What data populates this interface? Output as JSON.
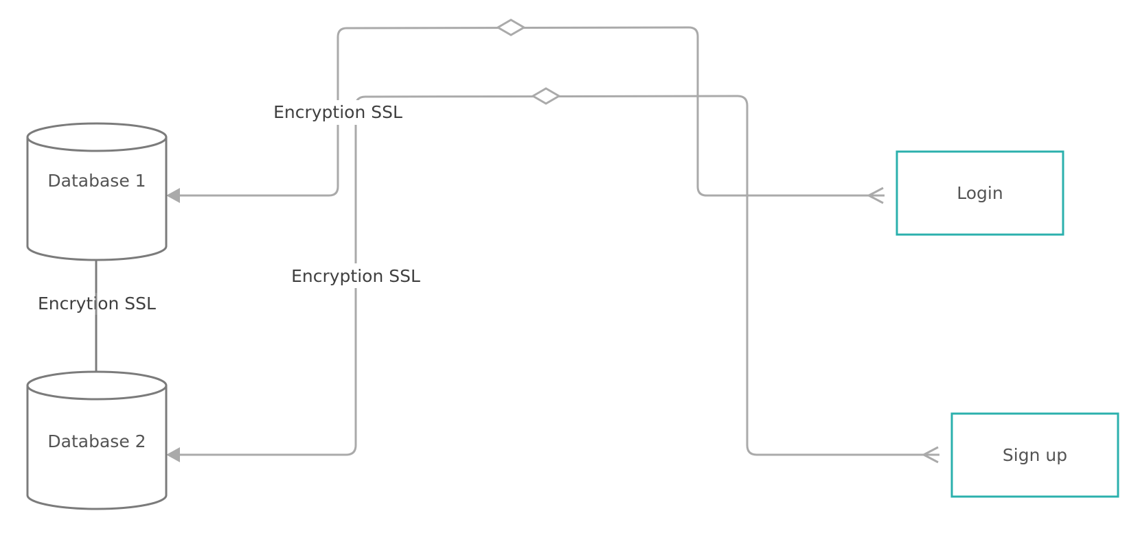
{
  "diagram": {
    "nodes": {
      "database_1": {
        "label": "Database 1",
        "shape": "cylinder"
      },
      "database_2": {
        "label": "Database 2",
        "shape": "cylinder"
      },
      "login": {
        "label": "Login",
        "shape": "rectangle"
      },
      "sign_up": {
        "label": "Sign up",
        "shape": "rectangle"
      }
    },
    "edges": {
      "login_to_db1": {
        "from": "login",
        "to": "database_1",
        "label": "Encryption SSL"
      },
      "signup_to_db2": {
        "from": "sign_up",
        "to": "database_2",
        "label": "Encryption SSL"
      },
      "db1_to_db2": {
        "from": "database_1",
        "to": "database_2",
        "label": "Encrytion SSL"
      }
    },
    "colors": {
      "box_border": "#2bb0ad",
      "cylinder_stroke": "#7b7b7b",
      "connector": "#aaaaaa"
    }
  }
}
